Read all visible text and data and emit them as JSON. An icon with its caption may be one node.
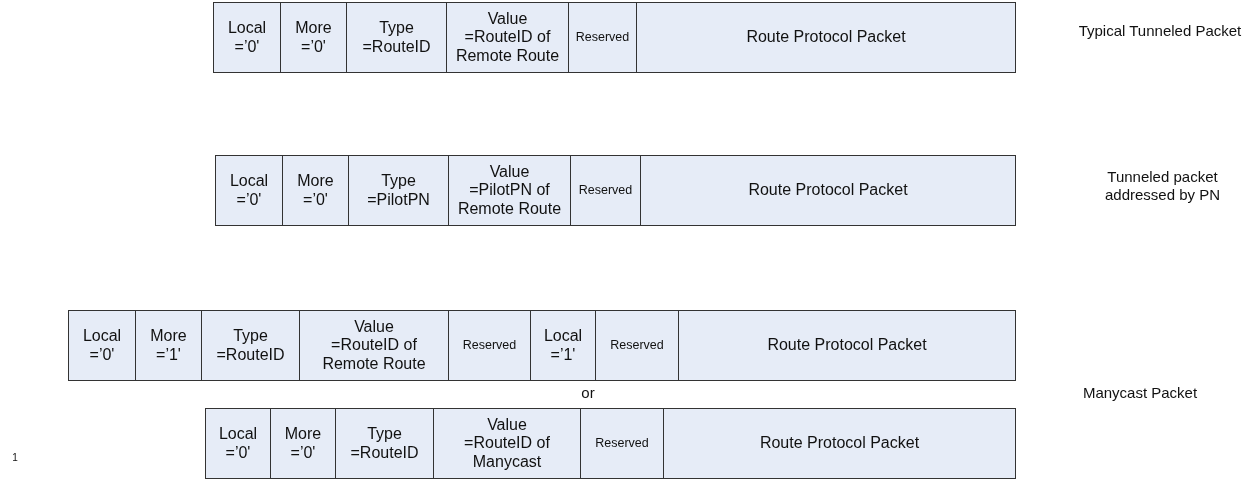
{
  "diagram": {
    "nodes": [
      {
        "text": [
          "Local =’0'"
        ]
      },
      {
        "text": [
          "More =’0'"
        ]
      },
      {
        "text": [
          "Type =RouteID"
        ]
      },
      {
        "text": [
          "Value",
          "=RouteID of Remote Route"
        ]
      },
      {
        "text": [
          "Reserved"
        ]
      },
      {
        "text": [
          "Route Protocol Packet"
        ]
      },
      {
        "text": [
          "Local =’0'"
        ]
      },
      {
        "text": [
          "More =’0'"
        ]
      },
      {
        "text": [
          "Type =PilotPN"
        ]
      },
      {
        "text": [
          "Value",
          "=PilotPN of Remote Route"
        ]
      },
      {
        "text": [
          "Reserved"
        ]
      },
      {
        "text": [
          "Route Protocol Packet"
        ]
      },
      {
        "text": [
          "Local =’0'"
        ]
      },
      {
        "text": [
          "More =’1'"
        ]
      },
      {
        "text": [
          "Type =RouteID"
        ]
      },
      {
        "text": [
          "Value",
          "=RouteID of Remote Route"
        ]
      },
      {
        "text": [
          "Reserved"
        ]
      },
      {
        "text": [
          "Local =’1'"
        ]
      },
      {
        "text": [
          "Reserved"
        ]
      },
      {
        "text": [
          "Route Protocol Packet"
        ]
      },
      {
        "text": [
          "Local =’0'"
        ]
      },
      {
        "text": [
          "More =’0'"
        ]
      },
      {
        "text": [
          "Type =RouteID"
        ]
      },
      {
        "text": [
          "Value",
          "=RouteID of Manycast"
        ]
      },
      {
        "text": [
          "Reserved"
        ]
      },
      {
        "text": [
          "Route Protocol Packet"
        ]
      }
    ],
    "edges": [],
    "labels": [
      "Typical Tunneled Packet",
      "Tunneled packet addressed by PN",
      "or",
      "Manycast Packet",
      "1"
    ]
  }
}
